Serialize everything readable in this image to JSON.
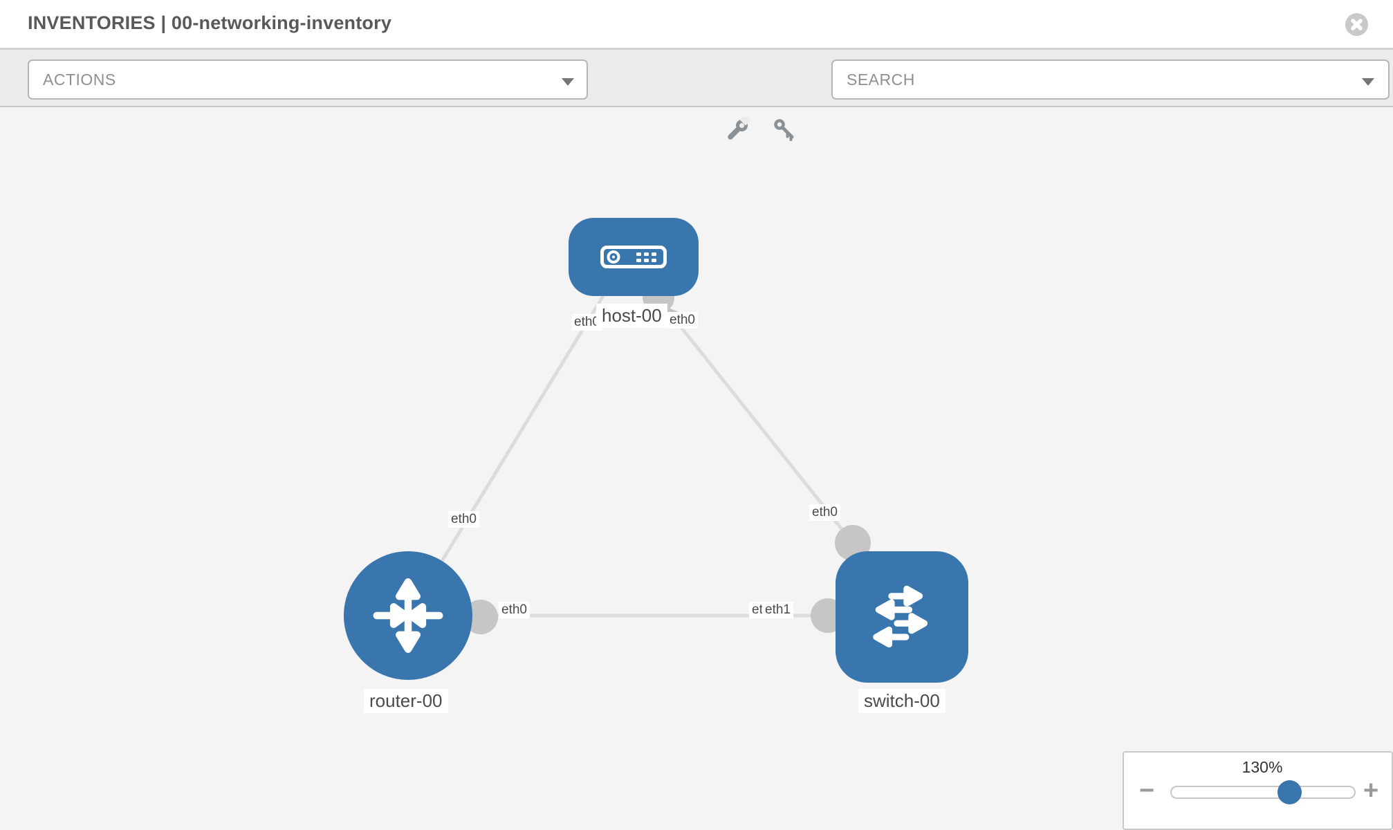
{
  "header": {
    "title": "INVENTORIES | 00-networking-inventory",
    "close_icon": "close"
  },
  "toolbar": {
    "actions_label": "ACTIONS",
    "search_label": "SEARCH",
    "icons": [
      "wrench",
      "key"
    ]
  },
  "topology": {
    "nodes": [
      {
        "label": "host-00",
        "type": "host",
        "icon": "server"
      },
      {
        "label": "router-00",
        "type": "router",
        "icon": "route-arrows"
      },
      {
        "label": "switch-00",
        "type": "switch",
        "icon": "exchange-arrows"
      }
    ],
    "links": [
      {
        "from": "router-00",
        "to": "host-00",
        "from_if": "eth0",
        "to_if": "eth0"
      },
      {
        "from": "host-00",
        "to": "switch-00",
        "from_if": "eth0",
        "to_if": "eth0"
      },
      {
        "from": "router-00",
        "to": "switch-00",
        "from_if": "eth0",
        "to_if": "eth1",
        "to_if_hidden": "eth0"
      }
    ]
  },
  "zoom_control": {
    "level": "130%",
    "value": 130,
    "minus_label": "−",
    "plus_label": "+"
  },
  "colors": {
    "node_blue": "#3a76ae",
    "accent_blue": "#3a76ae",
    "link_gray": "#dcdcdc",
    "connector_gray": "#c6c6c6"
  }
}
